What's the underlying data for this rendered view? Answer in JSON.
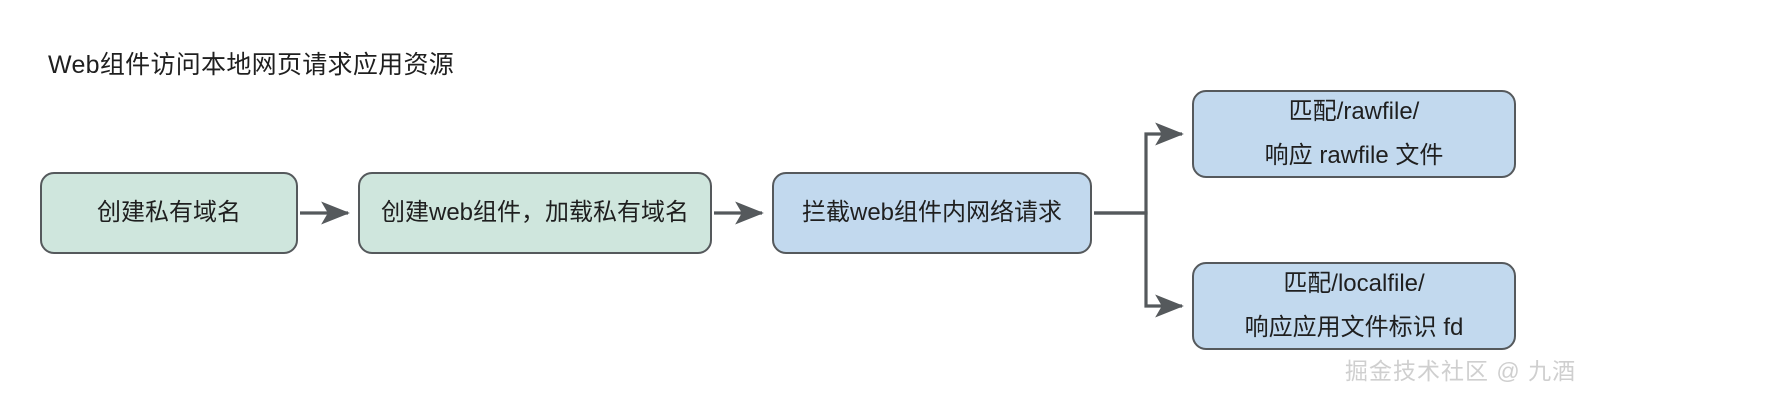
{
  "diagram": {
    "title": "Web组件访问本地网页请求应用资源",
    "watermark": "掘金技术社区 @ 九酒",
    "colors": {
      "green_fill": "#cfe6dd",
      "blue_fill": "#c2d9ee",
      "border": "#55595c",
      "arrow": "#55595c",
      "text": "#1f1f1f",
      "background": "#ffffff",
      "watermark": "#cfcfcf"
    },
    "nodes": [
      {
        "id": "create-domain",
        "label": "创建私有域名",
        "line2": "",
        "fill": "green"
      },
      {
        "id": "create-web",
        "label": "创建web组件，加载私有域名",
        "line2": "",
        "fill": "green"
      },
      {
        "id": "intercept",
        "label": "拦截web组件内网络请求",
        "line2": "",
        "fill": "blue"
      },
      {
        "id": "rawfile",
        "label": "匹配/rawfile/",
        "line2": "响应 rawfile 文件",
        "fill": "blue"
      },
      {
        "id": "localfile",
        "label": "匹配/localfile/",
        "line2": "响应应用文件标识 fd",
        "fill": "blue"
      }
    ],
    "edges": [
      {
        "id": "edge-1",
        "from": "create-domain",
        "to": "create-web",
        "label": ""
      },
      {
        "id": "edge-2",
        "from": "create-web",
        "to": "intercept",
        "label": ""
      },
      {
        "id": "edge-3",
        "from": "intercept",
        "to": "rawfile",
        "label": ""
      },
      {
        "id": "edge-4",
        "from": "intercept",
        "to": "localfile",
        "label": ""
      }
    ]
  }
}
